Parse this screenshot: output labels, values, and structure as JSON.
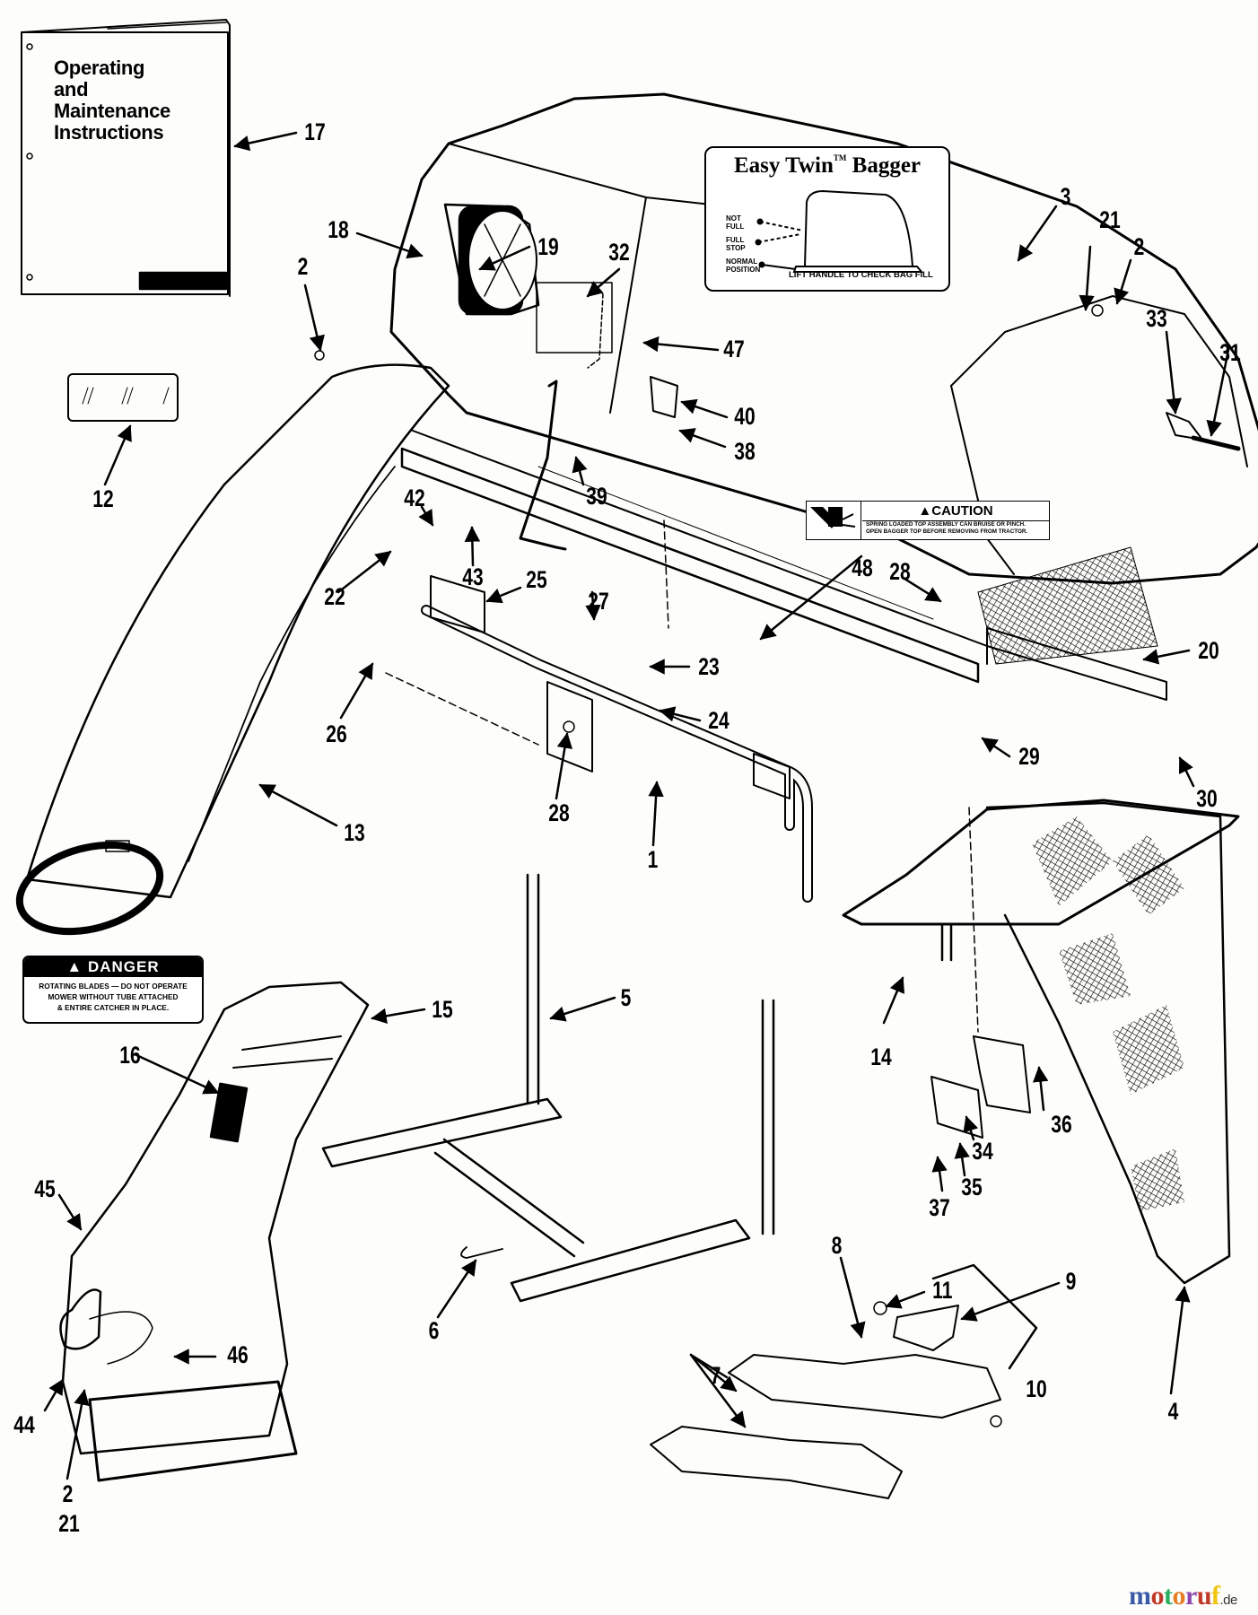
{
  "diagram": {
    "type": "exploded parts diagram",
    "subject": "Easy Twin Bagger grass catcher assembly"
  },
  "manual": {
    "title_lines": [
      "Operating",
      "and",
      "Maintenance",
      "Instructions"
    ]
  },
  "decal_easy_twin": {
    "title": "Easy Twin",
    "tm": "TM",
    "title_suffix": "Bagger",
    "label_not_full": "NOT FULL",
    "label_full_stop": "FULL STOP",
    "label_normal": "NORMAL POSITION",
    "footer": "LIFT HANDLE TO CHECK BAG FILL"
  },
  "decal_caution": {
    "heading": "▲CAUTION",
    "line1": "SPRING LOADED TOP ASSEMBLY CAN BRUISE OR PINCH.",
    "line2": "OPEN BAGGER TOP BEFORE REMOVING FROM TRACTOR."
  },
  "decal_danger": {
    "heading": "▲ DANGER",
    "line1": "ROTATING BLADES — DO NOT OPERATE",
    "line2": "MOWER WITHOUT TUBE ATTACHED",
    "line3": "& ENTIRE CATCHER IN PLACE."
  },
  "callouts": [
    {
      "id": "c17",
      "label": "17"
    },
    {
      "id": "c18",
      "label": "18"
    },
    {
      "id": "c19",
      "label": "19"
    },
    {
      "id": "c2a",
      "label": "2"
    },
    {
      "id": "c32",
      "label": "32"
    },
    {
      "id": "c47",
      "label": "47"
    },
    {
      "id": "c3",
      "label": "3"
    },
    {
      "id": "c21a",
      "label": "21"
    },
    {
      "id": "c2b",
      "label": "2"
    },
    {
      "id": "c33",
      "label": "33"
    },
    {
      "id": "c31",
      "label": "31"
    },
    {
      "id": "c40",
      "label": "40"
    },
    {
      "id": "c38",
      "label": "38"
    },
    {
      "id": "c39",
      "label": "39"
    },
    {
      "id": "c12",
      "label": "12"
    },
    {
      "id": "c42",
      "label": "42"
    },
    {
      "id": "c43",
      "label": "43"
    },
    {
      "id": "c22",
      "label": "22"
    },
    {
      "id": "c25",
      "label": "25"
    },
    {
      "id": "c27",
      "label": "27"
    },
    {
      "id": "c28a",
      "label": "28"
    },
    {
      "id": "c48",
      "label": "48"
    },
    {
      "id": "c20",
      "label": "20"
    },
    {
      "id": "c23",
      "label": "23"
    },
    {
      "id": "c26",
      "label": "26"
    },
    {
      "id": "c24",
      "label": "24"
    },
    {
      "id": "c29",
      "label": "29"
    },
    {
      "id": "c30",
      "label": "30"
    },
    {
      "id": "c28b",
      "label": "28"
    },
    {
      "id": "c1",
      "label": "1"
    },
    {
      "id": "c13",
      "label": "13"
    },
    {
      "id": "c5",
      "label": "5"
    },
    {
      "id": "c15",
      "label": "15"
    },
    {
      "id": "c16",
      "label": "16"
    },
    {
      "id": "c14",
      "label": "14"
    },
    {
      "id": "c36",
      "label": "36"
    },
    {
      "id": "c34",
      "label": "34"
    },
    {
      "id": "c35",
      "label": "35"
    },
    {
      "id": "c37",
      "label": "37"
    },
    {
      "id": "c45",
      "label": "45"
    },
    {
      "id": "c46",
      "label": "46"
    },
    {
      "id": "c44",
      "label": "44"
    },
    {
      "id": "c2c",
      "label": "2"
    },
    {
      "id": "c21b",
      "label": "21"
    },
    {
      "id": "c6",
      "label": "6"
    },
    {
      "id": "c8",
      "label": "8"
    },
    {
      "id": "c11",
      "label": "11"
    },
    {
      "id": "c9",
      "label": "9"
    },
    {
      "id": "c7",
      "label": "7"
    },
    {
      "id": "c10",
      "label": "10"
    },
    {
      "id": "c4",
      "label": "4"
    }
  ],
  "watermark": {
    "brand": "motoruf",
    "tld": ".de",
    "colors": [
      "#3a5aa8",
      "#c0392b",
      "#27ae60",
      "#e67e22",
      "#8e44ad",
      "#c0392b",
      "#f1c40f"
    ]
  }
}
